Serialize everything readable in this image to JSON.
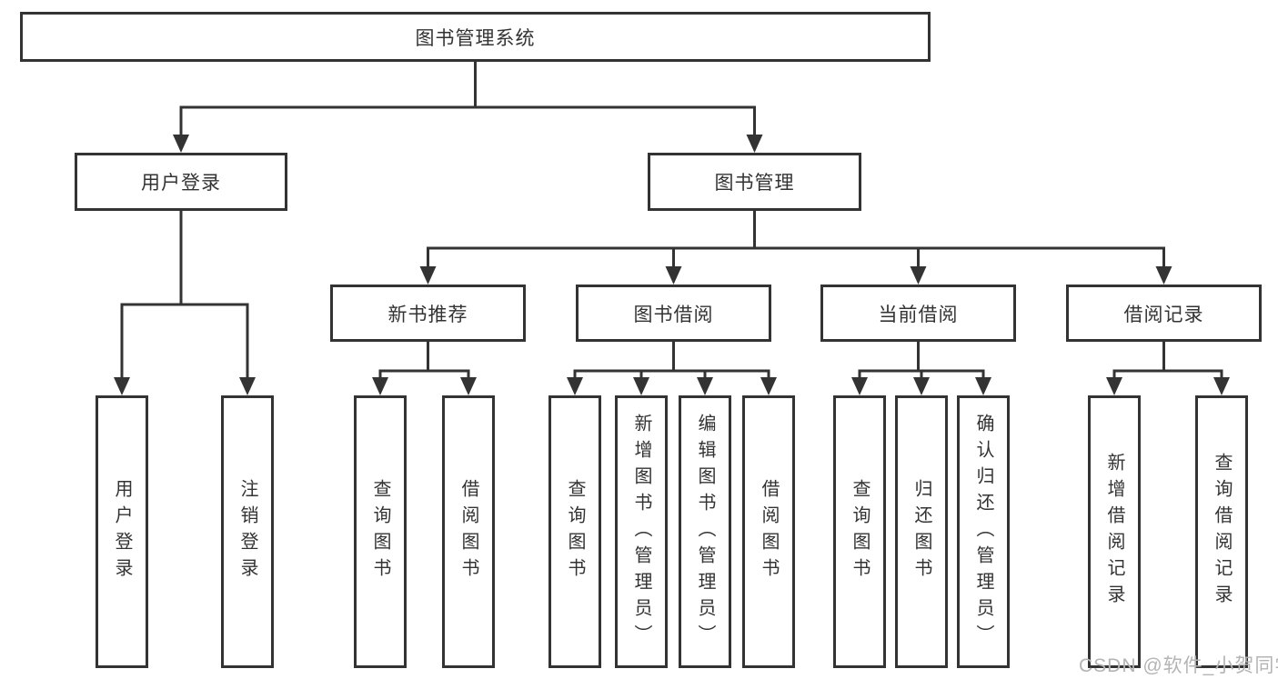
{
  "tree": {
    "label": "图书管理系统",
    "children": [
      {
        "label": "用户登录",
        "children": [
          {
            "label": "用户登录"
          },
          {
            "label": "注销登录"
          }
        ]
      },
      {
        "label": "图书管理",
        "children": [
          {
            "label": "新书推荐",
            "children": [
              {
                "label": "查询图书"
              },
              {
                "label": "借阅图书"
              }
            ]
          },
          {
            "label": "图书借阅",
            "children": [
              {
                "label": "查询图书"
              },
              {
                "label": "新增图书（管理员）"
              },
              {
                "label": "编辑图书（管理员）"
              },
              {
                "label": "借阅图书"
              }
            ]
          },
          {
            "label": "当前借阅",
            "children": [
              {
                "label": "查询图书"
              },
              {
                "label": "归还图书"
              },
              {
                "label": "确认归还（管理员）"
              }
            ]
          },
          {
            "label": "借阅记录",
            "children": [
              {
                "label": "新增借阅记录"
              },
              {
                "label": "查询借阅记录"
              }
            ]
          }
        ]
      }
    ]
  },
  "watermark": "CSDN @软件_小贺同学",
  "colors": {
    "line": "#333333",
    "text": "#333333",
    "watermark": "#b4b4b4",
    "background": "#ffffff"
  }
}
